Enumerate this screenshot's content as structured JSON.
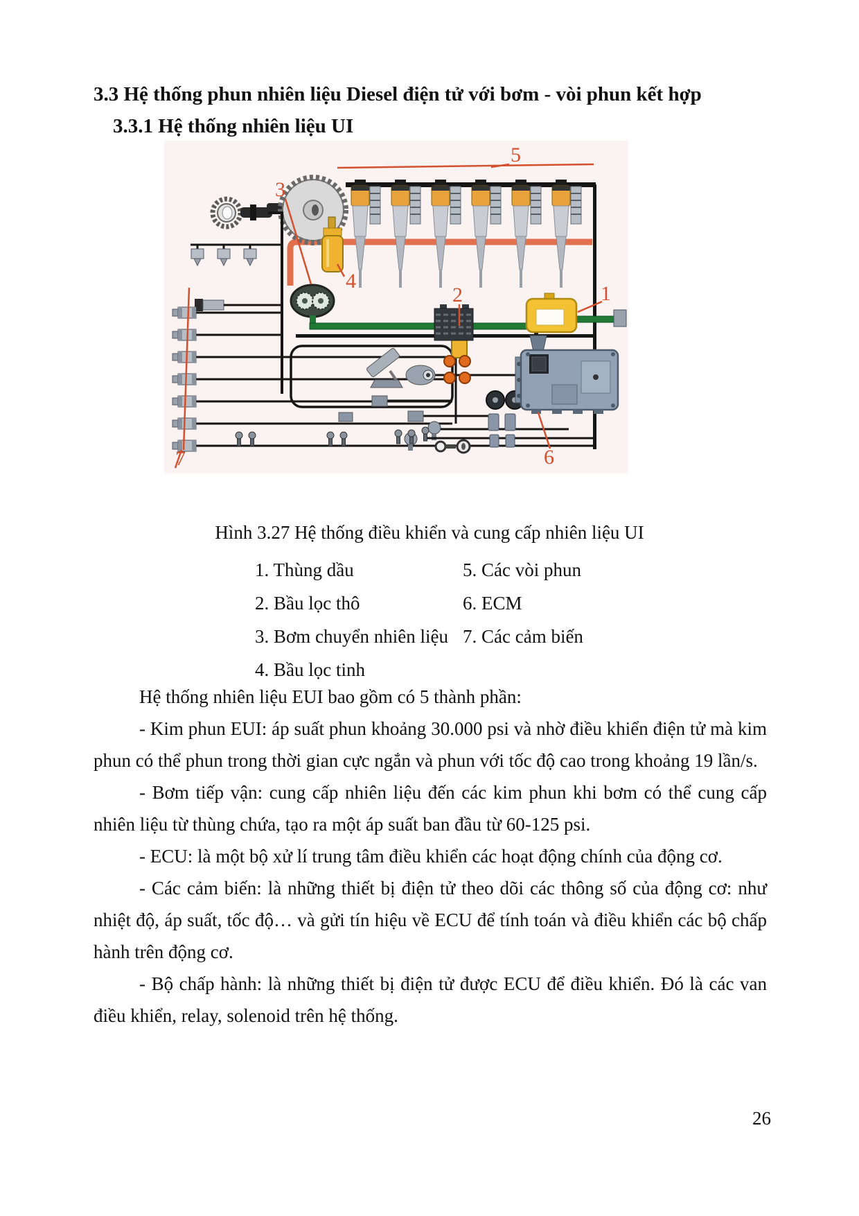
{
  "page": {
    "heading": "3.3 Hệ thống phun nhiên liệu Diesel điện tử với bơm - vòi phun kết hợp",
    "subheading": "3.3.1 Hệ thống nhiên liệu UI",
    "page_number": "26"
  },
  "figure": {
    "caption": "Hình 3.27 Hệ thống điều khiển và cung cấp nhiên liệu UI",
    "labels": [
      "1",
      "2",
      "3",
      "4",
      "5",
      "6",
      "7"
    ],
    "legend": {
      "rows": [
        {
          "left": "1. Thùng dầu",
          "right": "5. Các vòi phun"
        },
        {
          "left": "2. Bầu lọc thô",
          "right": "6. ECM"
        },
        {
          "left": "3. Bơm chuyển nhiên liệu",
          "right": "7. Các cảm biến"
        },
        {
          "left": "4. Bầu lọc tinh",
          "right": ""
        }
      ]
    },
    "colors": {
      "background": "#faf3f1",
      "label": "#d4502e",
      "supply_line_green": "#1e7a34",
      "return_line_orange": "#e0704e",
      "tank_yellow": "#f0c235",
      "ecm_blue_gray": "#93a1b5"
    }
  },
  "body": {
    "paragraphs": [
      "Hệ thống nhiên liệu EUI bao gồm có 5 thành phần:",
      "- Kim phun EUI: áp suất phun khoảng 30.000 psi và nhờ điều khiển điện tử mà kim phun có thể phun trong thời gian cực ngắn và phun với tốc độ cao trong khoảng 19 lần/s.",
      "- Bơm tiếp vận: cung cấp nhiên liệu đến các kim phun khi bơm có thể cung cấp nhiên liệu từ thùng chứa, tạo ra một áp suất ban đầu từ 60-125 psi.",
      "- ECU: là một bộ xử lí trung tâm điều khiển các hoạt động chính của động cơ.",
      "- Các cảm biến: là những thiết bị điện tử theo dõi các thông số của động cơ: như nhiệt độ, áp suất, tốc độ… và gửi tín hiệu về ECU để tính toán và điều khiển các bộ chấp hành trên động cơ.",
      "- Bộ chấp hành: là những thiết bị điện tử được ECU để điều khiển. Đó là các van điều khiển, relay, solenoid trên hệ thống."
    ]
  }
}
